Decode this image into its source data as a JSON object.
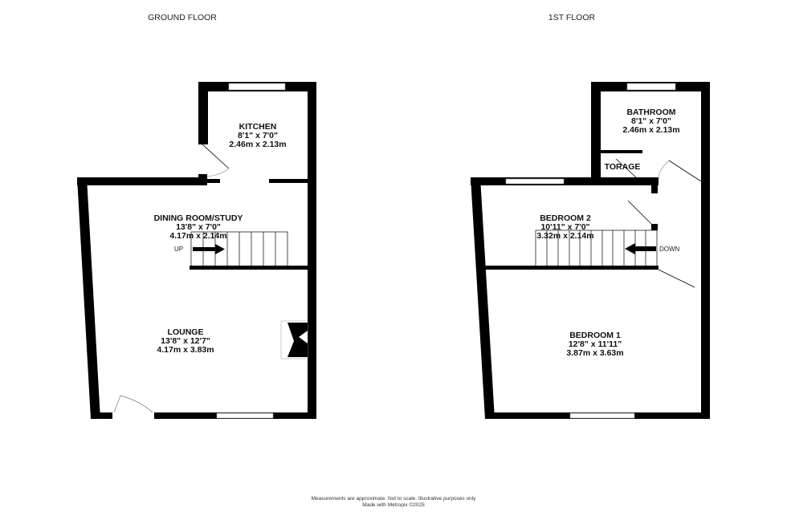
{
  "ground_floor": {
    "title": "GROUND FLOOR",
    "rooms": [
      {
        "name": "KITCHEN",
        "imperial": "8'1\"  x 7'0\"",
        "metric": "2.46m  x 2.13m"
      },
      {
        "name": "DINING ROOM/STUDY",
        "imperial": "13'8\"  x 7'0\"",
        "metric": "4.17m  x 2.14m"
      },
      {
        "name": "LOUNGE",
        "imperial": "13'8\"  x 12'7\"",
        "metric": "4.17m  x 3.83m"
      }
    ],
    "stairs_label": "UP"
  },
  "first_floor": {
    "title": "1ST FLOOR",
    "rooms": [
      {
        "name": "BATHROOM",
        "imperial": "8'1\"  x 7'0\"",
        "metric": "2.46m  x 2.13m"
      },
      {
        "name": "TORAGE"
      },
      {
        "name": "BEDROOM 2",
        "imperial": "10'11\"  x 7'0\"",
        "metric": "3.32m  x 2.14m"
      },
      {
        "name": "BEDROOM 1",
        "imperial": "12'8\"  x 11'11\"",
        "metric": "3.87m  x 3.63m"
      }
    ],
    "stairs_label": "DOWN"
  },
  "footer": {
    "disclaimer": "Measurements are approximate.  Not to scale.  Illustrative purposes only",
    "credit": "Made with Metropix ©2025"
  },
  "colors": {
    "wall": "#000000",
    "window": "#ffffff"
  }
}
